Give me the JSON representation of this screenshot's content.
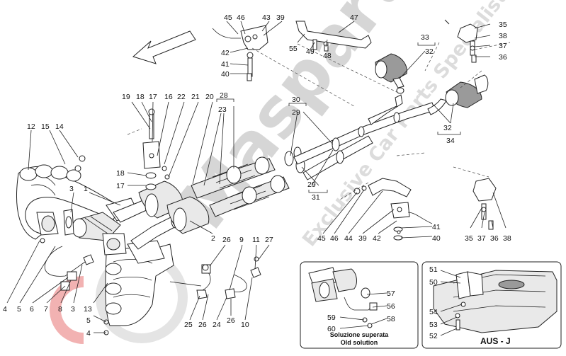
{
  "watermark": {
    "brand": "Masparts",
    "tagline": "Exclusive Car Parts Specialist"
  },
  "insets": {
    "old_solution": {
      "caption_line1": "Soluzione superata",
      "caption_line2": "Old solution"
    },
    "aus": {
      "label": "AUS - J"
    }
  },
  "callouts": {
    "c45a": "45",
    "c46a": "46",
    "c43": "43",
    "c39a": "39",
    "c47": "47",
    "c35a": "35",
    "c38a": "38",
    "c37a": "37",
    "c36a": "36",
    "c42a": "42",
    "c41a": "41",
    "c40a": "40",
    "c55": "55",
    "c49": "49",
    "c48": "48",
    "c33": "33",
    "c32a": "32",
    "c19": "19",
    "c18a": "18",
    "c17a": "17",
    "c16": "16",
    "c22": "22",
    "c21": "21",
    "c20": "20",
    "c28": "28",
    "c23": "23",
    "c30": "30",
    "c29a": "29",
    "c32b": "32",
    "c34": "34",
    "c12": "12",
    "c15": "15",
    "c14": "14",
    "c18b": "18",
    "c17b": "17",
    "c3a": "3",
    "c1": "1",
    "c29b": "29",
    "c31": "31",
    "c45b": "45",
    "c46b": "46",
    "c44": "44",
    "c39b": "39",
    "c42b": "42",
    "c41b": "41",
    "c40b": "40",
    "c35b": "35",
    "c37b": "37",
    "c36b": "36",
    "c38b": "38",
    "c2": "2",
    "c26a": "26",
    "c9": "9",
    "c11": "11",
    "c27": "27",
    "c4a": "4",
    "c5a": "5",
    "c6": "6",
    "c7": "7",
    "c8": "8",
    "c3b": "3",
    "c13": "13",
    "c5b": "5",
    "c4b": "4",
    "c25": "25",
    "c26b": "26",
    "c24": "24",
    "c26c": "26",
    "c10": "10",
    "c57": "57",
    "c56": "56",
    "c59": "59",
    "c58": "58",
    "c60": "60",
    "c51": "51",
    "c50": "50",
    "c54": "54",
    "c53": "53",
    "c52": "52"
  }
}
